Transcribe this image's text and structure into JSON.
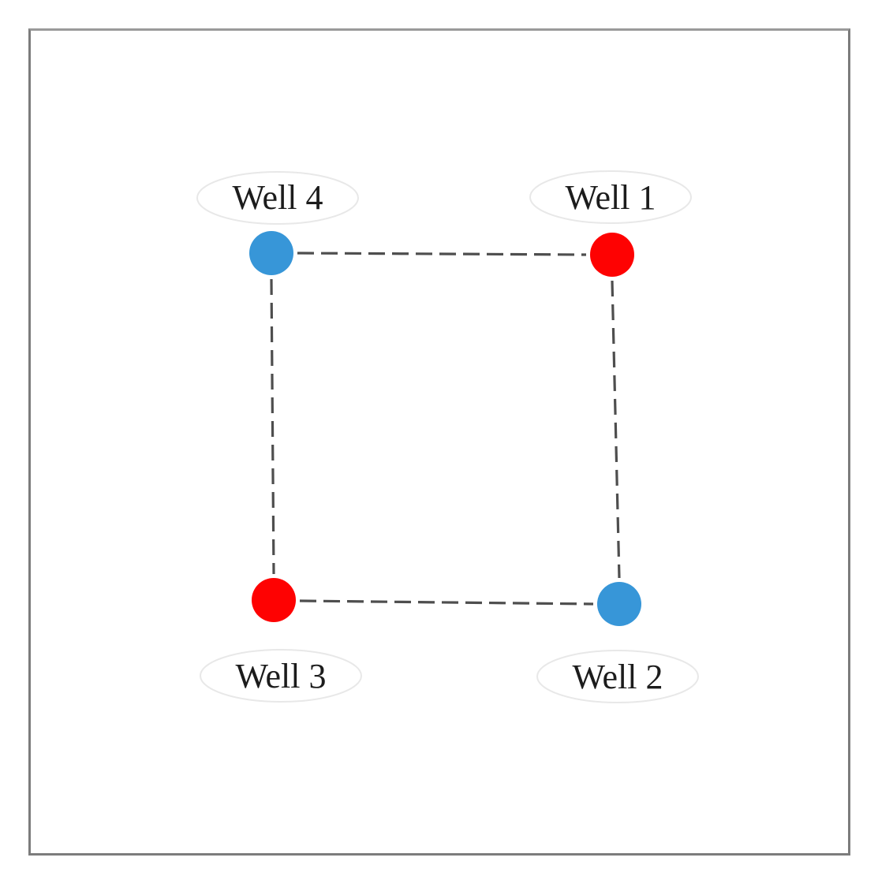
{
  "diagram": {
    "description": "Well placement layout: four wells at the corners of a square connected by dashed lines",
    "frame": {
      "border_color": "#7c7c7c",
      "background": "#ffffff"
    },
    "edge_style": {
      "color": "#4e4e4e",
      "style": "dashed"
    },
    "label_highlight_color": "#e8e8e8",
    "nodes": [
      {
        "id": "well1",
        "label": "Well 1",
        "color": "#fe0202",
        "position": "top-right",
        "label_placement": "above"
      },
      {
        "id": "well2",
        "label": "Well 2",
        "color": "#3796d8",
        "position": "bottom-right",
        "label_placement": "below"
      },
      {
        "id": "well3",
        "label": "Well 3",
        "color": "#fe0202",
        "position": "bottom-left",
        "label_placement": "below"
      },
      {
        "id": "well4",
        "label": "Well 4",
        "color": "#3796d8",
        "position": "top-left",
        "label_placement": "above"
      }
    ],
    "edges": [
      {
        "from": "well4",
        "to": "well1"
      },
      {
        "from": "well1",
        "to": "well2"
      },
      {
        "from": "well3",
        "to": "well2"
      },
      {
        "from": "well4",
        "to": "well3"
      }
    ]
  }
}
